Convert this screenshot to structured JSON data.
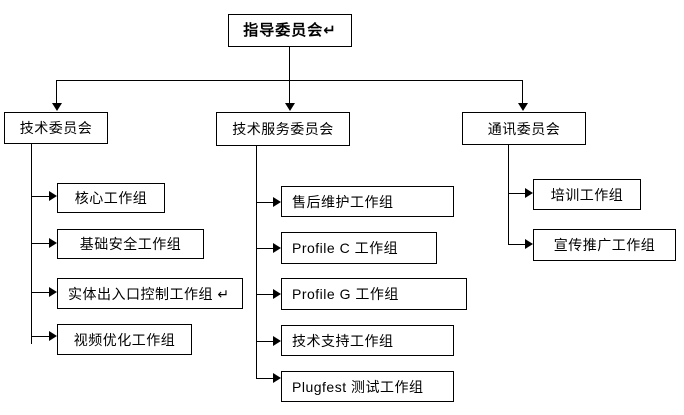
{
  "diagram": {
    "type": "organizational-hierarchy",
    "root": {
      "label": "指导委员会↵"
    },
    "committees": [
      {
        "id": "technical",
        "label": "技术委员会",
        "groups": [
          {
            "label": "核心工作组"
          },
          {
            "label": "基础安全工作组"
          },
          {
            "label": "实体出入口控制工作组  ↵"
          },
          {
            "label": "视频优化工作组"
          }
        ]
      },
      {
        "id": "technical-service",
        "label": "技术服务委员会",
        "groups": [
          {
            "label": "售后维护工作组"
          },
          {
            "label": "Profile C 工作组"
          },
          {
            "label": "Profile G 工作组"
          },
          {
            "label": "技术支持工作组"
          },
          {
            "label": "Plugfest 测试工作组"
          }
        ]
      },
      {
        "id": "communications",
        "label": "通讯委员会",
        "groups": [
          {
            "label": "培训工作组"
          },
          {
            "label": "宣传推广工作组"
          }
        ]
      }
    ],
    "colors": {
      "border": "#000000",
      "background": "#ffffff",
      "text": "#000000"
    }
  }
}
